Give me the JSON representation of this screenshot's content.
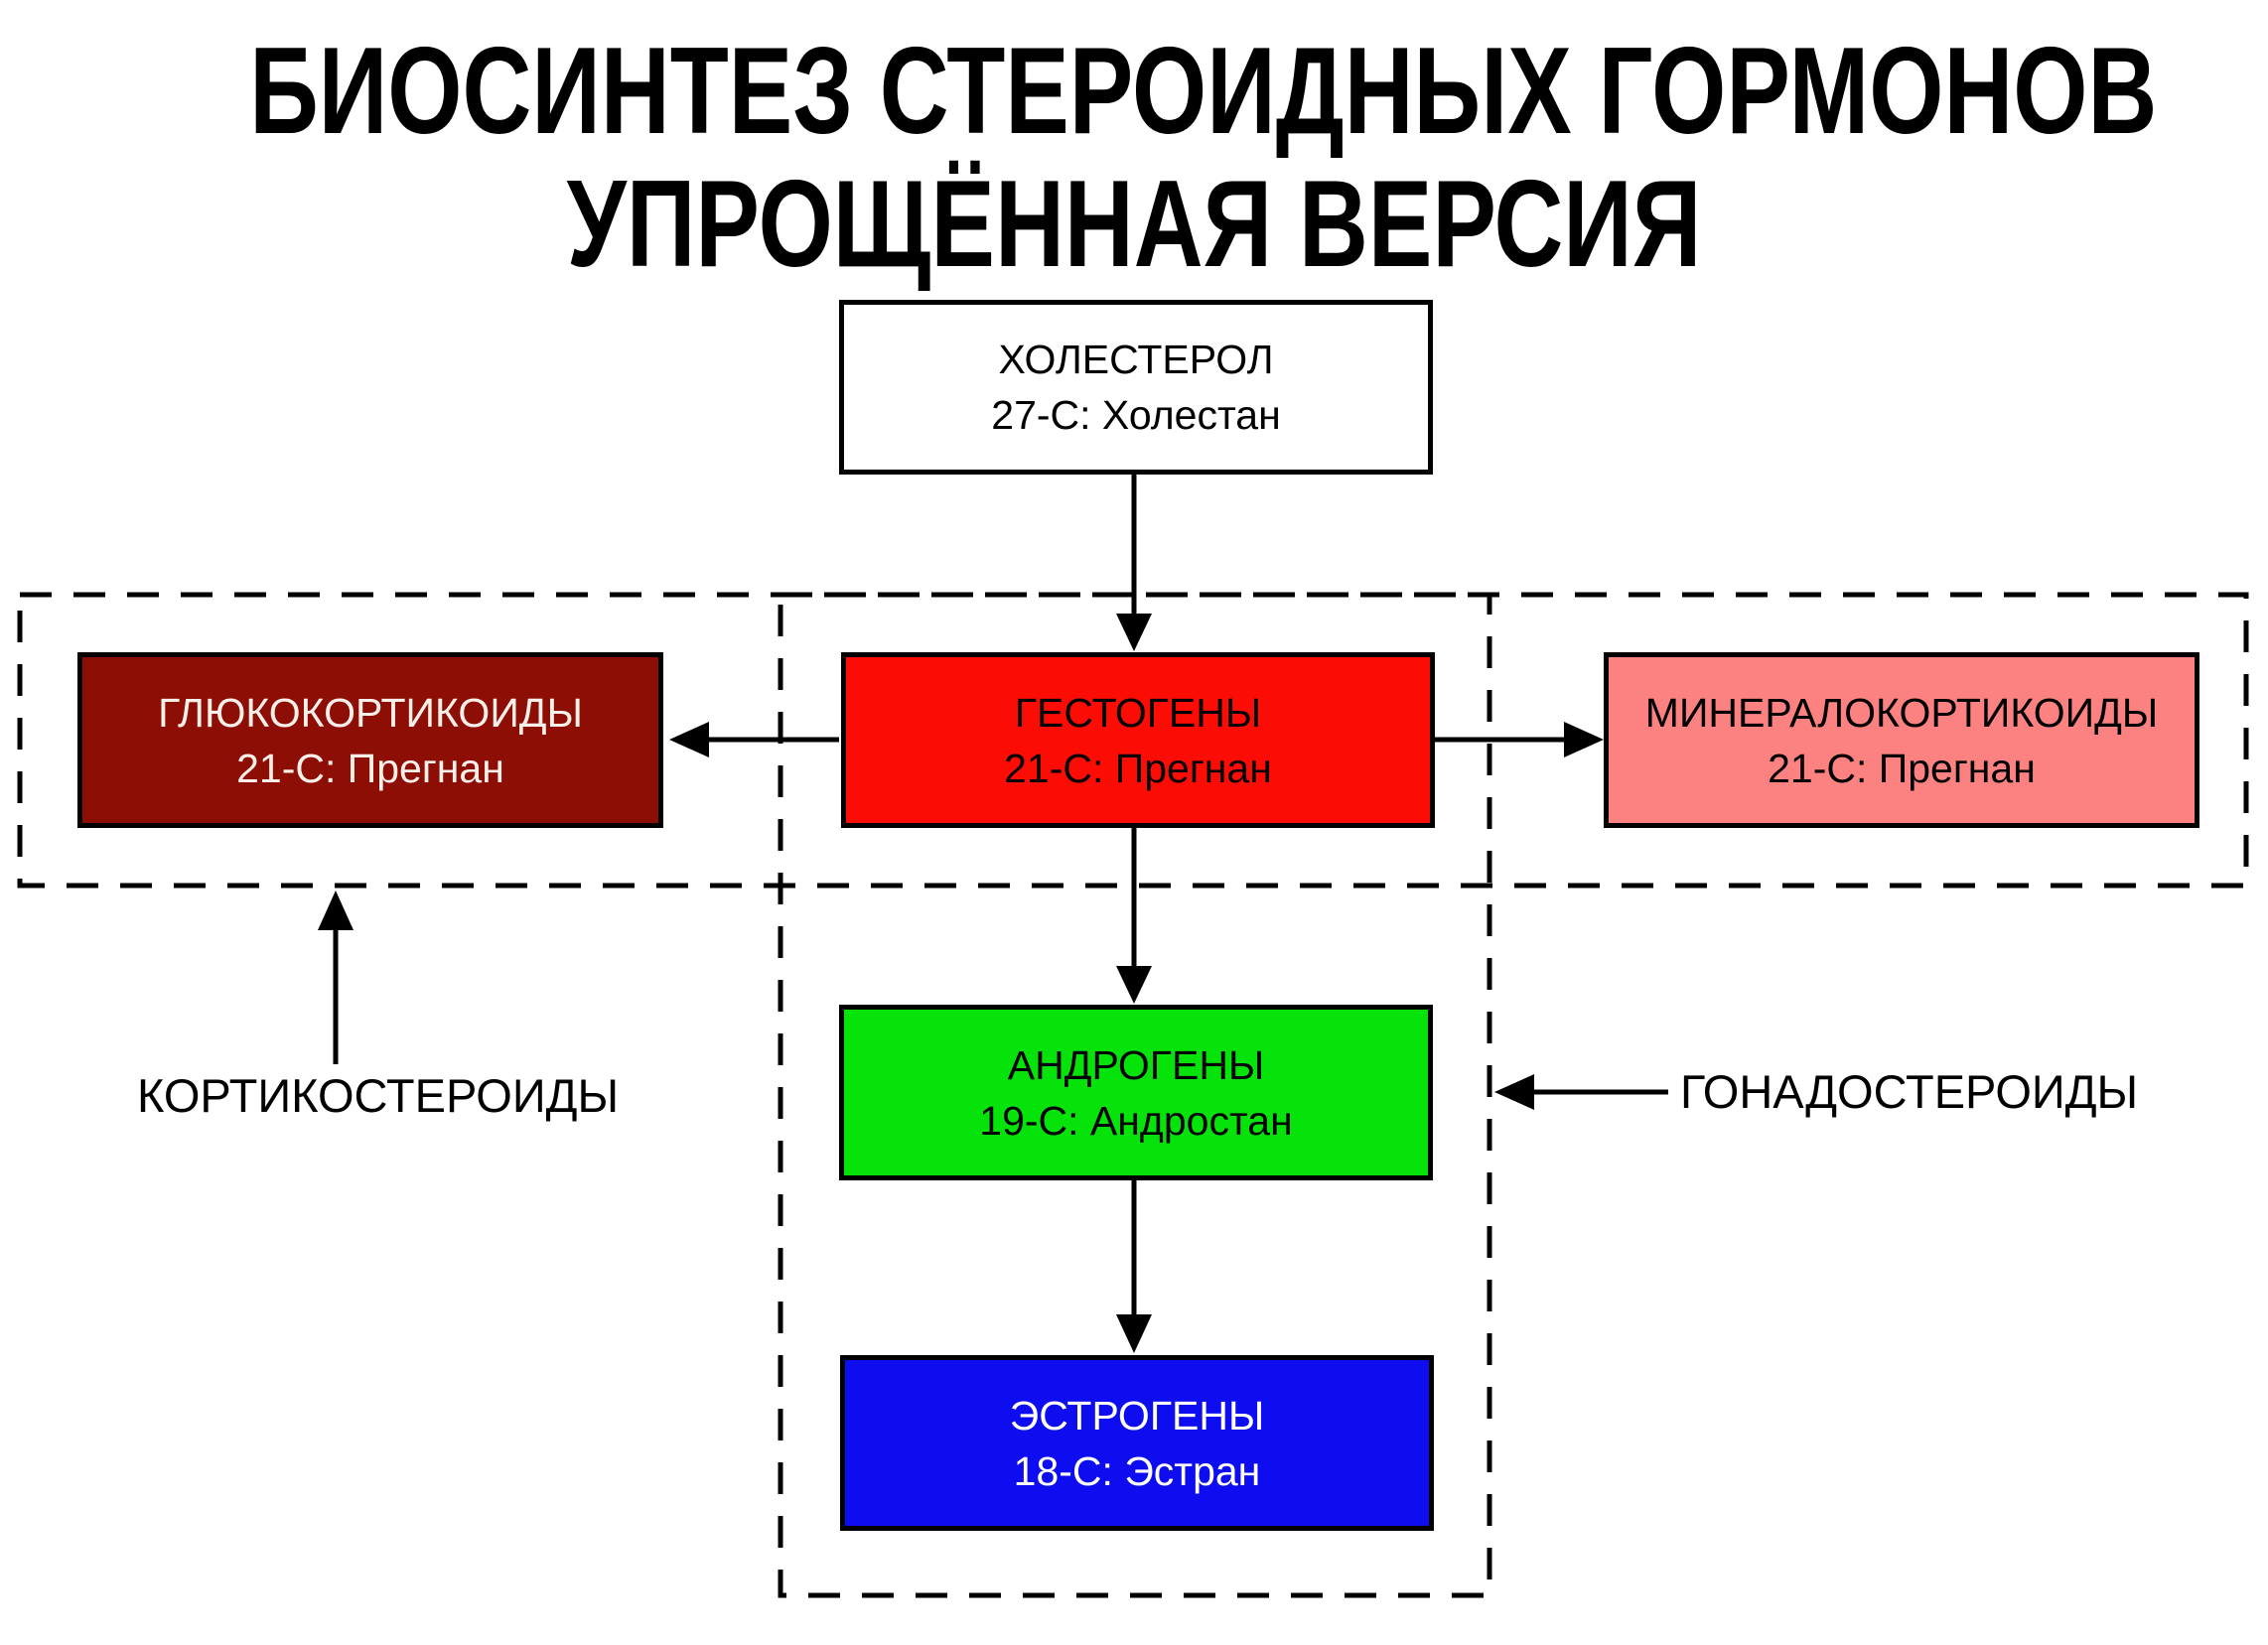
{
  "title": {
    "line1": "БИОСИНТЕЗ СТЕРОИДНЫХ ГОРМОНОВ",
    "line2": "УПРОЩЁННАЯ ВЕРСИЯ"
  },
  "nodes": {
    "cholesterol": {
      "name": "ХОЛЕСТЕРОЛ",
      "carbon": "27-C: Холестан",
      "bg": "#FFFFFF",
      "text_color": "#000000",
      "border": "#000000"
    },
    "glucocorticoids": {
      "name": "ГЛЮКОКОРТИКОИДЫ",
      "carbon": "21-C: Прегнан",
      "bg": "#8C0E04",
      "text_color": "#FBEFEA",
      "border": "#000000"
    },
    "gestogens": {
      "name": "ГЕСТОГЕНЫ",
      "carbon": "21-C: Прегнан",
      "bg": "#FB0D06",
      "text_color": "#000000",
      "border": "#000000"
    },
    "mineralocorticoids": {
      "name": "МИНЕРАЛОКОРТИКОИДЫ",
      "carbon": "21-C: Прегнан",
      "bg": "#FC8181",
      "text_color": "#000000",
      "border": "#000000"
    },
    "androgens": {
      "name": "АНДРОГЕНЫ",
      "carbon": "19-C: Андростан",
      "bg": "#06E30B",
      "text_color": "#000000",
      "border": "#000000"
    },
    "estrogens": {
      "name": "ЭСТРОГЕНЫ",
      "carbon": "18-C: Эстран",
      "bg": "#0D0DEF",
      "text_color": "#FFFFFF",
      "border": "#000000"
    }
  },
  "groups": {
    "corticosteroids": {
      "label": "КОРТИКОСТЕРОИДЫ"
    },
    "gonadosteroids": {
      "label": "ГОНАДОСТЕРОИДЫ"
    }
  },
  "connector_color": "#000000"
}
